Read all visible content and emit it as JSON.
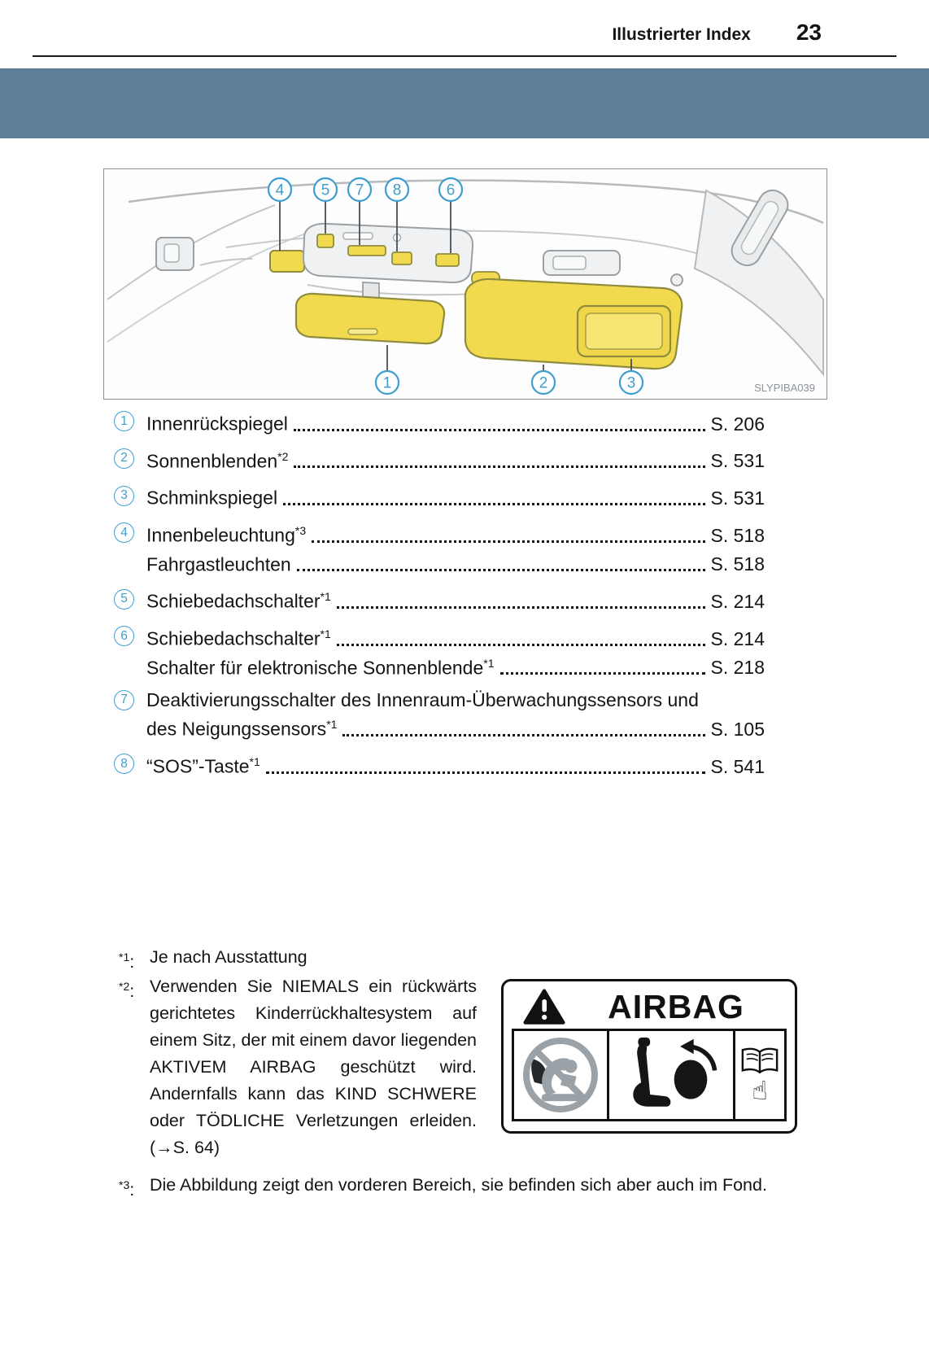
{
  "header": {
    "title": "Illustrierter Index",
    "page_number": "23"
  },
  "figure": {
    "code": "SLYPIBA039",
    "callouts": {
      "c1": "1",
      "c2": "2",
      "c3": "3",
      "c4": "4",
      "c5": "5",
      "c6": "6",
      "c7": "7",
      "c8": "8"
    }
  },
  "index_list": [
    {
      "num": "1",
      "lines": [
        {
          "label": "Innenrückspiegel",
          "sup": "",
          "page": "S. 206"
        }
      ]
    },
    {
      "num": "2",
      "lines": [
        {
          "label": "Sonnenblenden",
          "sup": "*2",
          "page": "S. 531"
        }
      ]
    },
    {
      "num": "3",
      "lines": [
        {
          "label": "Schminkspiegel ",
          "sup": "",
          "page": "S. 531"
        }
      ]
    },
    {
      "num": "4",
      "lines": [
        {
          "label": "Innenbeleuchtung",
          "sup": "*3",
          "page": "S. 518"
        },
        {
          "label": "Fahrgastleuchten ",
          "sup": "",
          "page": "S. 518"
        }
      ]
    },
    {
      "num": "5",
      "lines": [
        {
          "label": "Schiebedachschalter",
          "sup": "*1",
          "page": "S. 214"
        }
      ]
    },
    {
      "num": "6",
      "lines": [
        {
          "label": "Schiebedachschalter",
          "sup": "*1",
          "page": "S. 214"
        },
        {
          "label": "Schalter für elektronische Sonnenblende",
          "sup": "*1",
          "page": "S. 218"
        }
      ]
    },
    {
      "num": "7",
      "lines": [
        {
          "label": "Deaktivierungsschalter des Innenraum-Überwachungssensors und",
          "sup": "",
          "page": ""
        },
        {
          "label": "des Neigungssensors",
          "sup": "*1",
          "page": "S. 105"
        }
      ]
    },
    {
      "num": "8",
      "lines": [
        {
          "label": "“SOS”-Taste",
          "sup": "*1",
          "page": "S. 541"
        }
      ]
    }
  ],
  "footnotes": [
    {
      "sup": "*1",
      "sep": ":",
      "text": "Je nach Ausstattung"
    },
    {
      "sup": "*2",
      "sep": ":",
      "text": "Verwenden Sie NIEMALS ein rückwärts gerichtetes Kinderrückhaltesystem auf einem Sitz, der mit einem davor liegenden AKTIVEM AIRBAG geschützt wird. Andernfalls kann das KIND SCHWERE oder TÖDLICHE Verletzungen erleiden. (→S. 64)"
    },
    {
      "sup": "*3",
      "sep": ":",
      "text": "Die Abbildung zeigt den vorderen Bereich, sie befinden sich aber auch im Fond."
    }
  ],
  "airbag_label": {
    "title": "AIRBAG",
    "hand_glyph": "☝"
  },
  "colors": {
    "band": "#5d7e99",
    "callout_blue": "#3f9ecf",
    "highlight_yellow": "#f2da4f"
  }
}
